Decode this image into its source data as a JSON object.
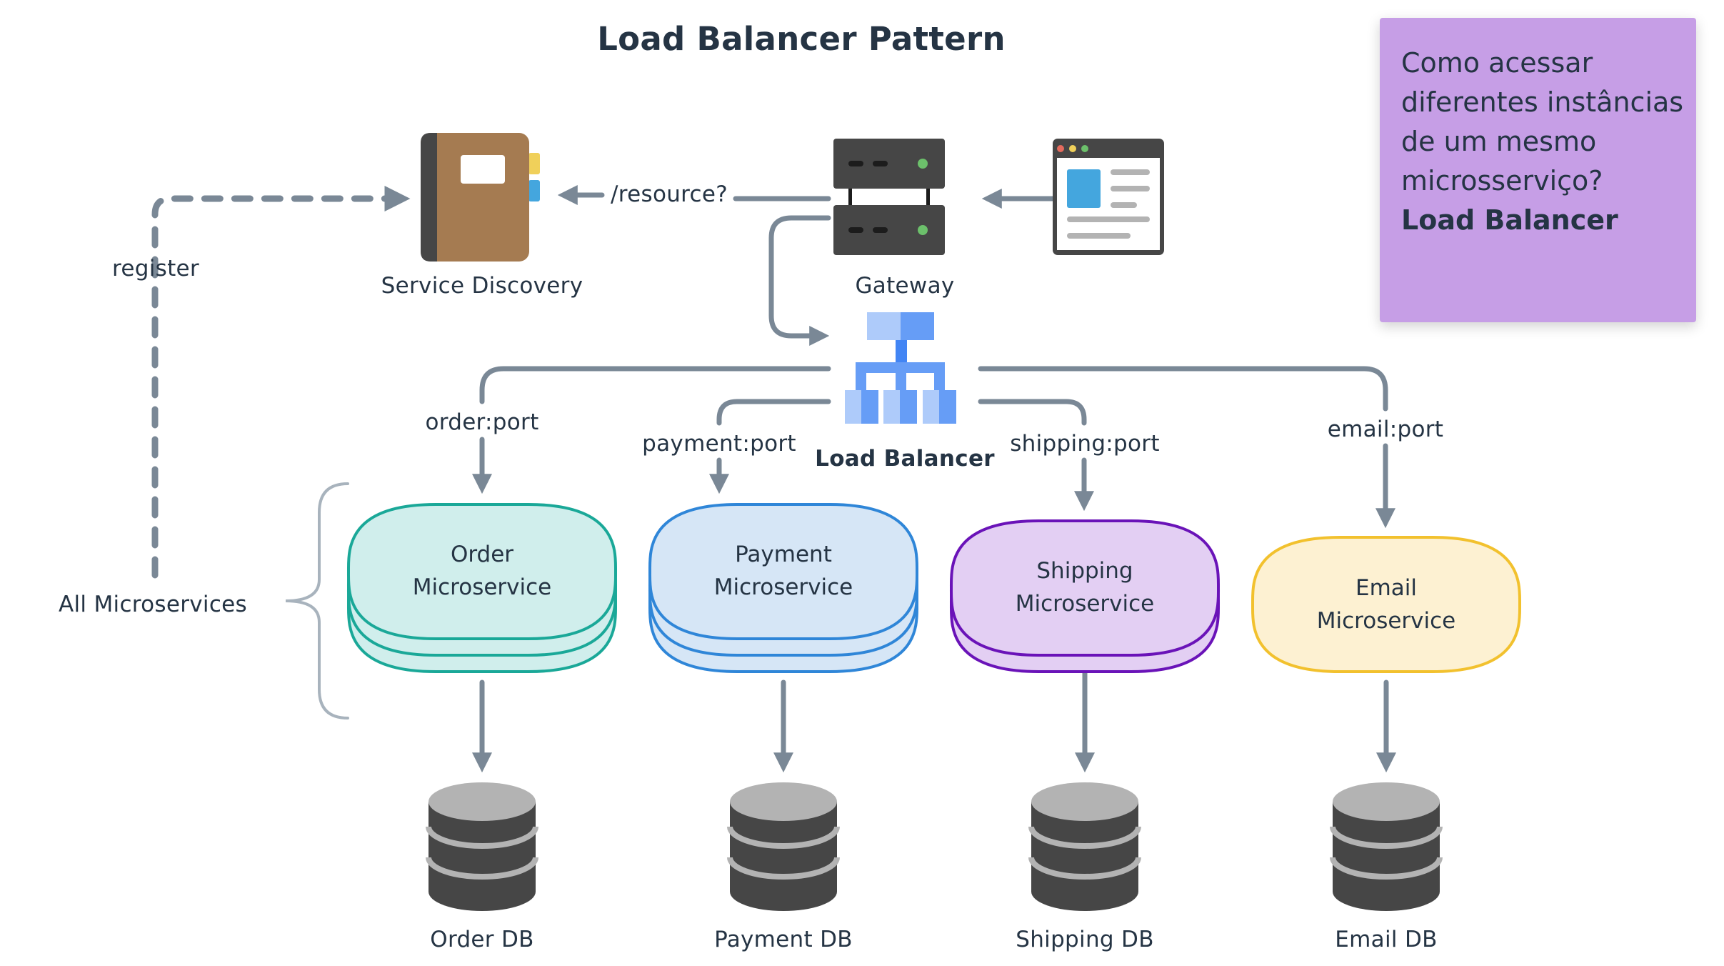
{
  "title": "Load Balancer Pattern",
  "note": {
    "lines": [
      "Como acessar",
      "diferentes instâncias",
      "de um mesmo",
      "microsserviço?"
    ],
    "bold_line": "Load Balancer",
    "color": "#c69ee6"
  },
  "nodes": {
    "service_discovery": {
      "label": "Service Discovery",
      "icon": "book-icon"
    },
    "gateway": {
      "label": "Gateway",
      "icon": "server-icon"
    },
    "client": {
      "icon": "browser-window-icon"
    },
    "load_balancer": {
      "label": "Load Balancer",
      "icon": "load-balancer-icon"
    }
  },
  "edges": {
    "resource_query": "/resource?",
    "register": "register"
  },
  "group_label": "All Microservices",
  "microservices": [
    {
      "name": "Order",
      "suffix": "Microservice",
      "port": "order:port",
      "db": "Order DB",
      "fill": "#d0eeec",
      "stroke": "#1aa898",
      "instances": 3
    },
    {
      "name": "Payment",
      "suffix": "Microservice",
      "port": "payment:port",
      "db": "Payment DB",
      "fill": "#d6e6f6",
      "stroke": "#2f86d8",
      "instances": 3
    },
    {
      "name": "Shipping",
      "suffix": "Microservice",
      "port": "shipping:port",
      "db": "Shipping DB",
      "fill": "#e3cff3",
      "stroke": "#6a13b8",
      "instances": 2
    },
    {
      "name": "Email",
      "suffix": "Microservice",
      "port": "email:port",
      "db": "Email DB",
      "fill": "#fdf1d2",
      "stroke": "#f2c12e",
      "instances": 1
    }
  ],
  "colors": {
    "edge": "#7a8896",
    "text": "#253444",
    "brace": "#a8b3bd"
  }
}
